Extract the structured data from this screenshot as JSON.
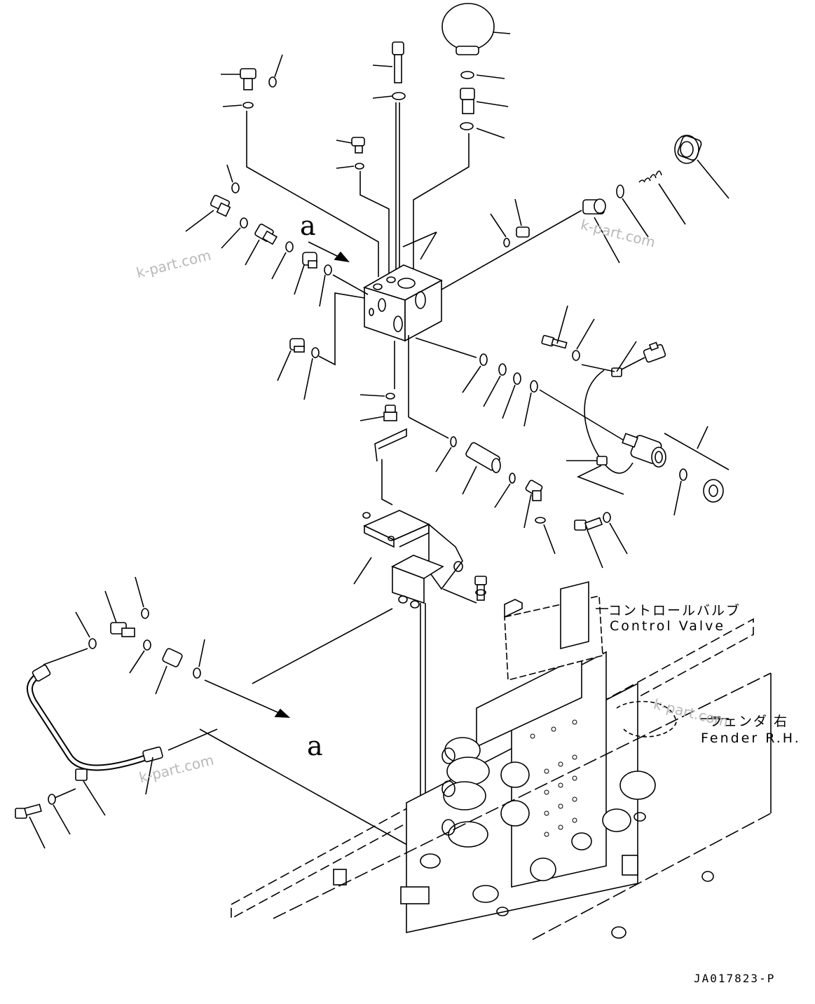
{
  "labels": {
    "callout_a": "a",
    "control_valve_ja": "コントロールバルブ",
    "control_valve_en": "Control Valve",
    "fender_ja": "フェンダ 右",
    "fender_en": "Fender R.H.",
    "drawing_code": "JA017823-P"
  },
  "watermark": {
    "text": "k-part.com",
    "color": "#b8b8b8"
  },
  "colors": {
    "line": "#000000",
    "background": "#ffffff"
  }
}
